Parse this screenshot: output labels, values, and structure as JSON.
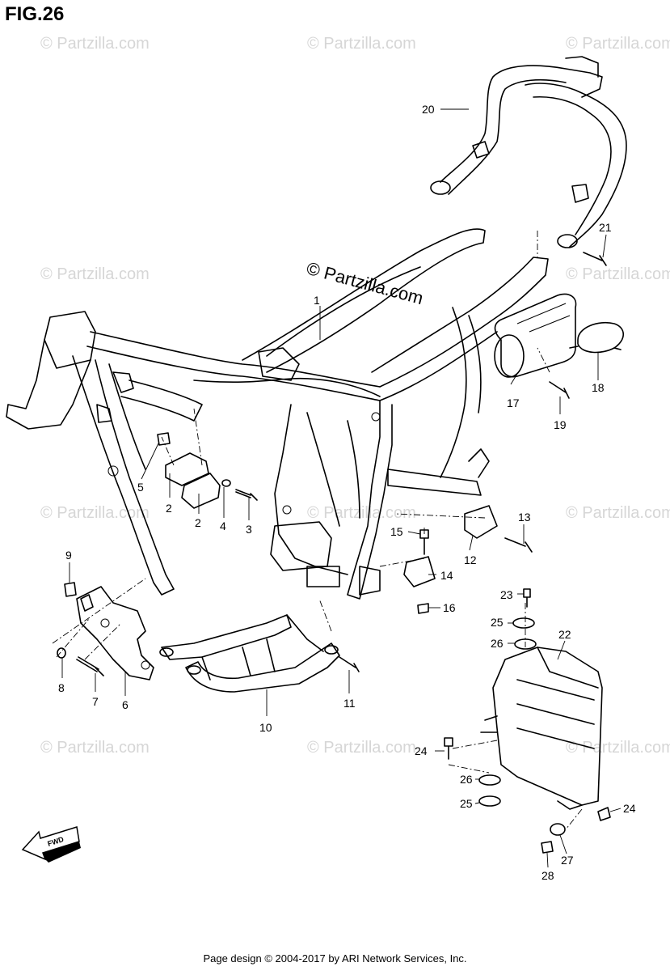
{
  "figure": {
    "title": "FIG.26",
    "watermark_main": "© Partzilla.com",
    "watermark": "© Partzilla.com",
    "fwd_label": "FWD",
    "footer": "Page design © 2004-2017 by ARI Network Services, Inc."
  },
  "callouts": [
    "1",
    "2",
    "2",
    "3",
    "4",
    "5",
    "6",
    "7",
    "8",
    "9",
    "10",
    "11",
    "12",
    "13",
    "14",
    "15",
    "16",
    "17",
    "18",
    "19",
    "20",
    "21",
    "22",
    "23",
    "24",
    "24",
    "25",
    "25",
    "26",
    "26",
    "27",
    "28"
  ]
}
